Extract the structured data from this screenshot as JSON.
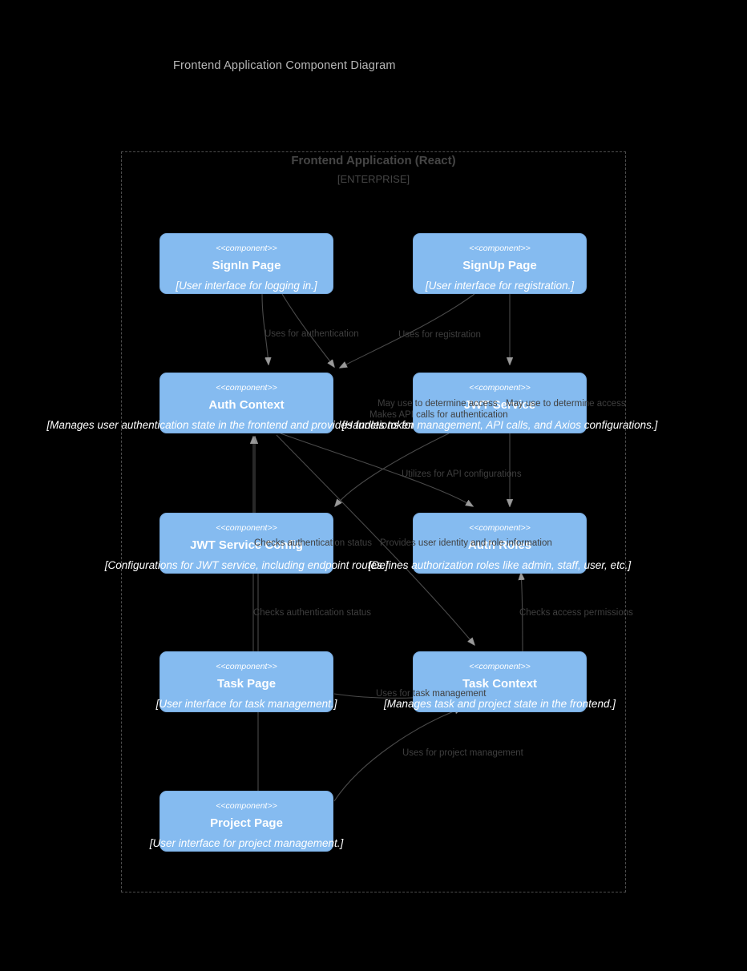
{
  "diagram": {
    "title": "Frontend Application Component Diagram",
    "background_color": "#000000",
    "component_fill": "#85BBF0",
    "component_text": "#FFFFFF",
    "edge_color": "#4D4D4D",
    "label_color": "#3F3F3F"
  },
  "package": {
    "title": "Frontend Application (React)",
    "subtitle": "[ENTERPRISE]",
    "border_style": "dashed"
  },
  "stereotype": "<<component>>",
  "components": [
    {
      "id": "signin-page",
      "stereotype": "<<component>>",
      "name": "SignIn Page",
      "description": "[User interface for logging in.]"
    },
    {
      "id": "signup-page",
      "stereotype": "<<component>>",
      "name": "SignUp Page",
      "description": "[User interface for registration.]"
    },
    {
      "id": "auth-context",
      "stereotype": "<<component>>",
      "name": "Auth Context",
      "description": "[Manages user authentication state in the frontend and provides functions for login.]"
    },
    {
      "id": "jwt-service",
      "stereotype": "<<component>>",
      "name": "JWT Service",
      "description": "[Handles token management, API calls, and Axios configurations.]"
    },
    {
      "id": "jwt-service-config",
      "stereotype": "<<component>>",
      "name": "JWT Service Config",
      "description": "[Configurations for JWT service, including endpoint routes.]"
    },
    {
      "id": "auth-roles",
      "stereotype": "<<component>>",
      "name": "Auth Roles",
      "description": "[Defines authorization roles like admin, staff, user, etc.]"
    },
    {
      "id": "task-page",
      "stereotype": "<<component>>",
      "name": "Task Page",
      "description": "[User interface for task management.]"
    },
    {
      "id": "task-context",
      "stereotype": "<<component>>",
      "name": "Task Context",
      "description": "[Manages task and project state in the frontend.]"
    },
    {
      "id": "project-page",
      "stereotype": "<<component>>",
      "name": "Project Page",
      "description": "[User interface for project management.]"
    }
  ],
  "edge_labels": {
    "uses_for_authentication": "Uses for authentication",
    "uses_for_registration": "Uses for registration",
    "may_use_to_determine_access_1": "May use to determine access",
    "may_use_to_determine_access_2": "May use to determine access",
    "makes_api_calls_for_authentication": "Makes API calls for authentication",
    "utilizes_for_api_configurations": "Utilizes for API configurations",
    "checks_authentication_status_1": "Checks authentication status",
    "provides_user_identity": "Provides user identity and role information",
    "checks_authentication_status_2": "Checks authentication status",
    "checks_access_permissions": "Checks access permissions",
    "uses_for_task_management": "Uses for task management",
    "uses_for_project_management": "Uses for project management"
  }
}
